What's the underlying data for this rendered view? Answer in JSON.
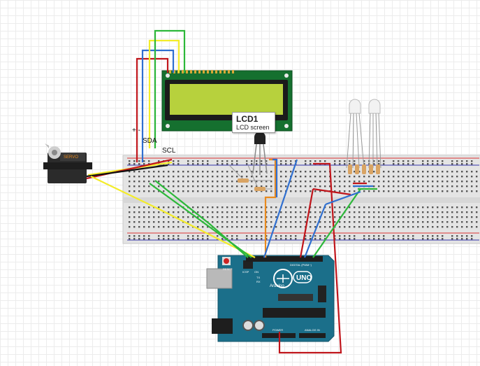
{
  "lcd_tooltip": {
    "title": "LCD1",
    "subtitle": "LCD screen"
  },
  "wire_labels": {
    "plus_minus": "+ -",
    "sda": "SDA",
    "scl": "SCL"
  },
  "servo": {
    "brand": "SERVO"
  },
  "arduino": {
    "model": "UNO",
    "brand": "Arduino",
    "reset": "RESET",
    "icsp": "ICSP",
    "tx": "TX",
    "rx": "RX",
    "on": "ON",
    "digital": "DIGITAL (PWM~)",
    "power": "POWER",
    "analog_in": "ANALOG IN"
  },
  "colors": {
    "red": "#c0151b",
    "blue": "#2f6fd0",
    "yellow": "#f3ec2a",
    "green": "#2db83a",
    "orange": "#e98a1d",
    "black": "#111111",
    "board": "#1b6f8a",
    "lcd_pcb": "#15702f",
    "lcd_screen": "#b7d13d"
  }
}
